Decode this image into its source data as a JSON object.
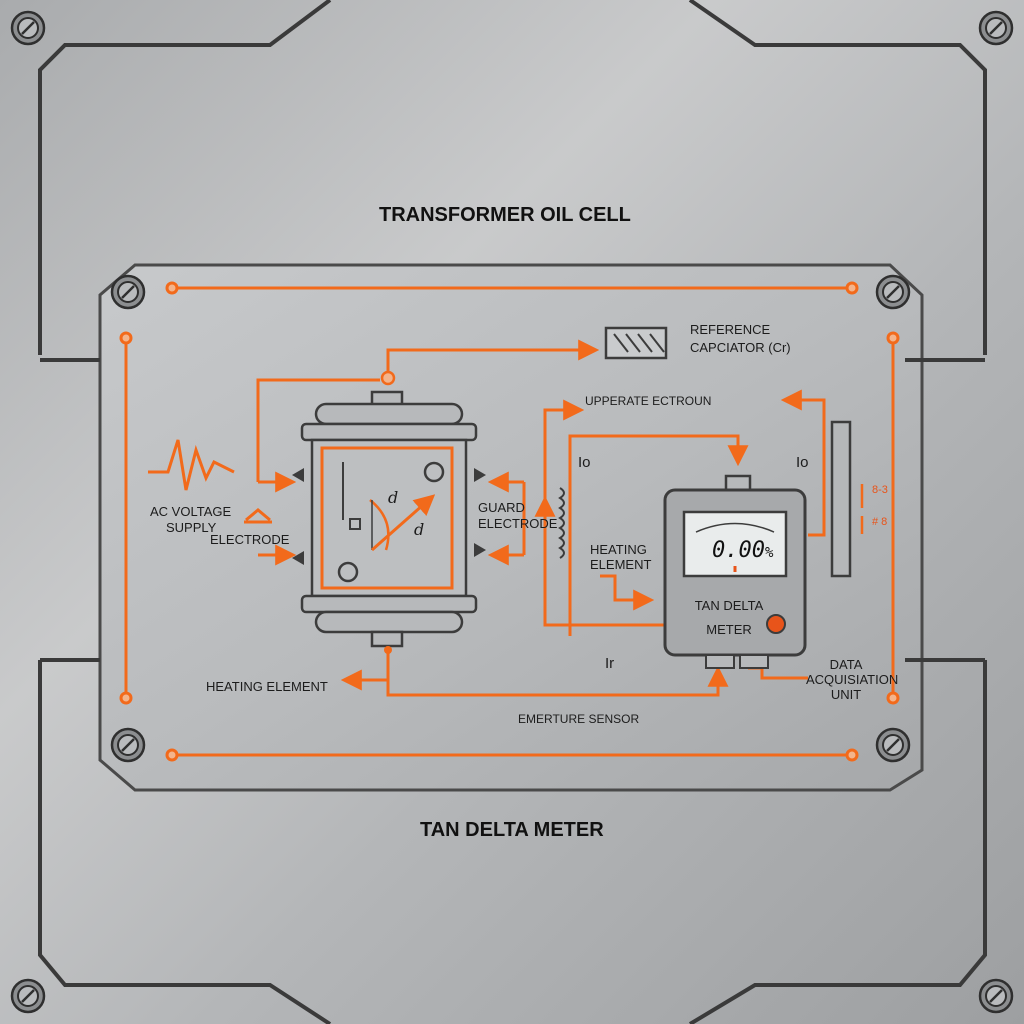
{
  "titles": {
    "top": "TRANSFORMER OIL CELL",
    "bottom": "TAN DELTA METER"
  },
  "labels": {
    "reference_capacitor": [
      "REFERENCE",
      "CAPCIATOR (Cr)"
    ],
    "upper_electrode": "UPPERATE ECTROUN",
    "io_left": "Io",
    "io_right": "Io",
    "ir": "Ir",
    "ac_voltage_supply": [
      "AC VOLTAGE",
      "SUPPLY"
    ],
    "electrode": "ELECTRODE",
    "guard_electrode": [
      "GUARD",
      "ELECTRODE"
    ],
    "heating_element_mid": [
      "HEATING",
      "ELEMENT"
    ],
    "heating_element_bottom": "HEATING ELEMENT",
    "temperature_sensor": "EMERTURE SENSOR",
    "data_acquisition_unit": [
      "DATA",
      "ACQUISIATION",
      "UNIT"
    ],
    "tan_delta_meter": [
      "TAN DELTA",
      "METER"
    ],
    "angle_d1": "d",
    "angle_d2": "d",
    "side_marks": [
      "8-3",
      "# 8"
    ]
  },
  "meter": {
    "reading": "0.00",
    "unit": "%"
  },
  "colors": {
    "wire": "#f26a1b",
    "outline": "#3c3c3c",
    "panel": "#c4c6c8",
    "screen": "#e9ecec",
    "indicator": "#e8541a"
  },
  "icons": [
    "screw-icon",
    "ac-waveform-icon",
    "capacitor-icon",
    "coil-icon",
    "meter-needle-icon",
    "indicator-led-icon"
  ]
}
